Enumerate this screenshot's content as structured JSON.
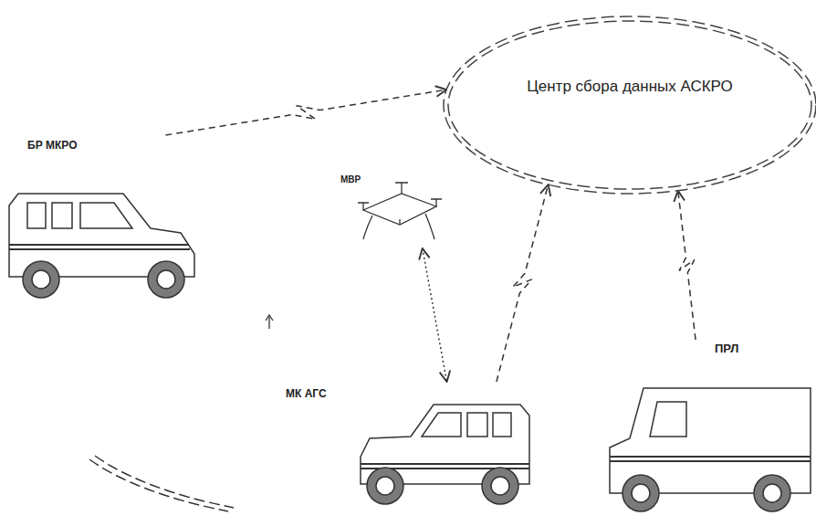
{
  "diagram": {
    "nodes": [
      {
        "text": [
          "Центр сбора данных АСКРО"
        ]
      },
      {
        "text": [
          "БР МКРО"
        ]
      },
      {
        "text": [
          "МВР"
        ]
      },
      {
        "text": [
          "МК АГС"
        ]
      },
      {
        "text": [
          "ПРЛ"
        ]
      }
    ],
    "edges": [
      {
        "from": 1,
        "to": 0,
        "arrow": "to"
      },
      {
        "from": 2,
        "to": 3,
        "arrow": "both"
      },
      {
        "from": 3,
        "to": 0,
        "arrow": "to"
      },
      {
        "from": 4,
        "to": 0,
        "arrow": "to"
      }
    ]
  }
}
